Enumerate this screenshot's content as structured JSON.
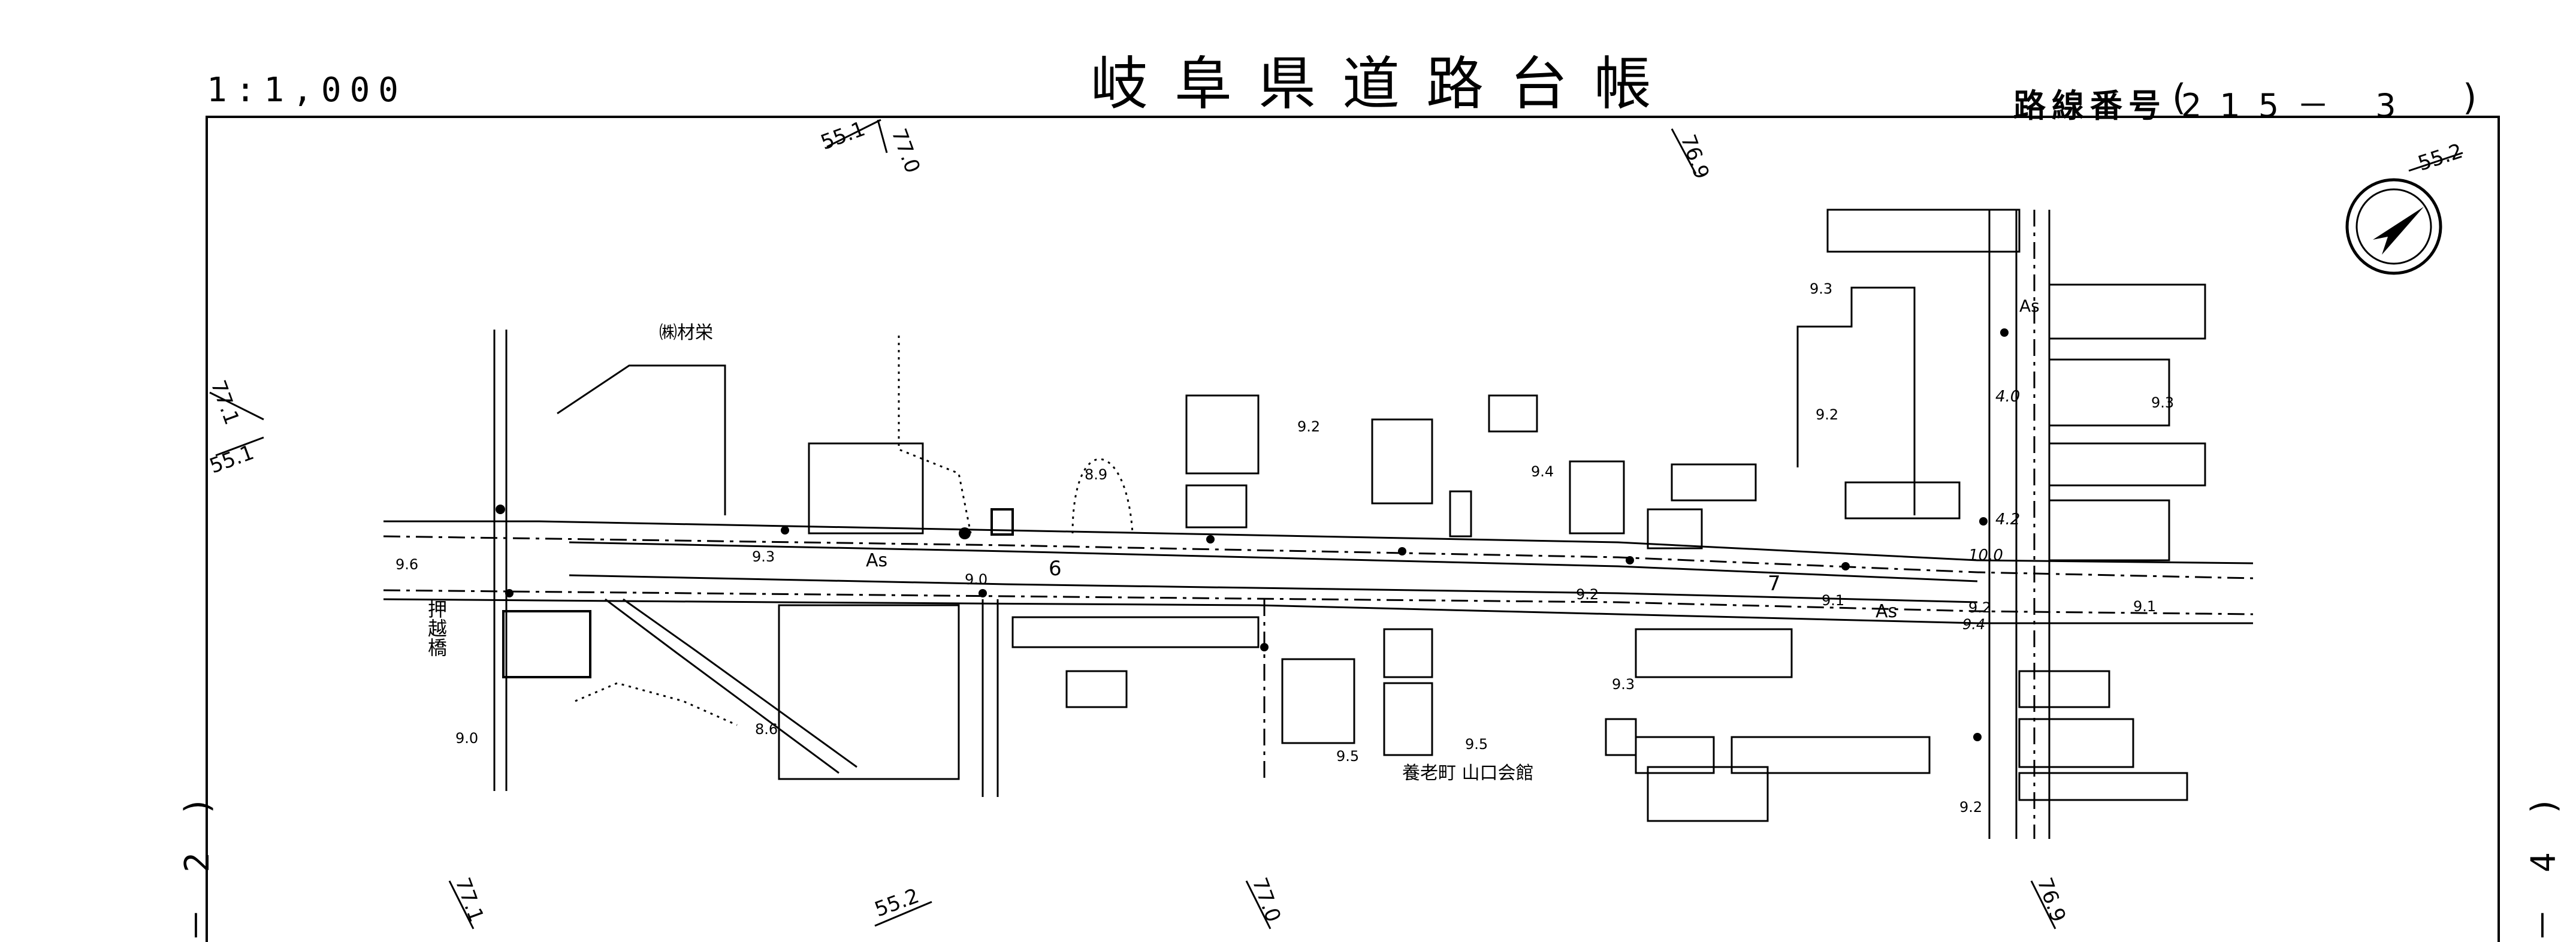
{
  "header": {
    "scale": "1:1,000",
    "title": "岐阜県道路台帳",
    "route_label": "路線番号",
    "route_number": "215－ 3",
    "paren_open": "(",
    "paren_close": ")"
  },
  "side": {
    "left_sheet": "2",
    "right_sheet": "4",
    "left_dash": "－",
    "right_dash": "－",
    "paren": ")"
  },
  "coords": {
    "top_a": "55.1",
    "top_b": "77.0",
    "top_c": "76.9",
    "top_d": "55.2",
    "left_a": "77.1",
    "left_b": "55.1",
    "bottom_a": "77.1",
    "bottom_b": "55.2",
    "bottom_c": "77.0",
    "bottom_d": "76.9"
  },
  "labels": {
    "company": "㈱材栄",
    "bridge": "押越橋",
    "hall": "養老町 山口会館",
    "as_1": "As",
    "as_2": "As",
    "as_3": "As",
    "station_6": "6",
    "station_7": "7"
  },
  "spot_heights": {
    "h_96": "9.6",
    "h_93a": "9.3",
    "h_90a": "9.0",
    "h_89": "8.9",
    "h_92a": "9.2",
    "h_94a": "9.4",
    "h_92b": "9.2",
    "h_91a": "9.1",
    "h_93b": "9.3",
    "h_92c": "9.2",
    "h_93c": "9.3",
    "h_91b": "9.1",
    "h_90b": "9.0",
    "h_86": "8.6",
    "h_95a": "9.5",
    "h_95b": "9.5",
    "h_93d": "9.3",
    "h_92d": "9.2",
    "h_92e": "9.2",
    "h_94b": "9.4"
  },
  "widths": {
    "w_40": "4.0",
    "w_42": "4.2",
    "w_100": "10.0"
  },
  "colors": {
    "ink": "#000000",
    "paper": "#ffffff"
  },
  "icons": {
    "north": "north-arrow-icon"
  }
}
